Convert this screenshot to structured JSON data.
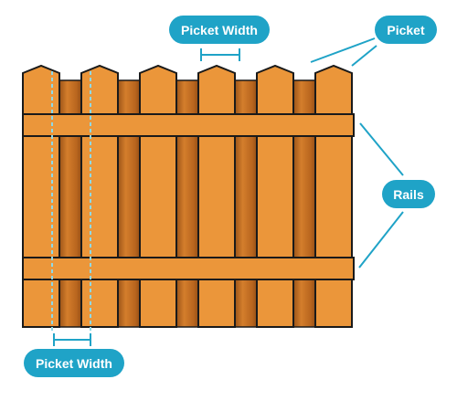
{
  "labels": {
    "picket_width_top": "Picket Width",
    "picket": "Picket",
    "rails": "Rails",
    "picket_width_bottom": "Picket Width"
  },
  "colors": {
    "picket": "#EB963A",
    "picket_back": "#B8651E",
    "rail": "#EB963A",
    "outline": "#1A1A1A",
    "callout": "#1FA3C7",
    "guide": "#8FD9E8"
  }
}
